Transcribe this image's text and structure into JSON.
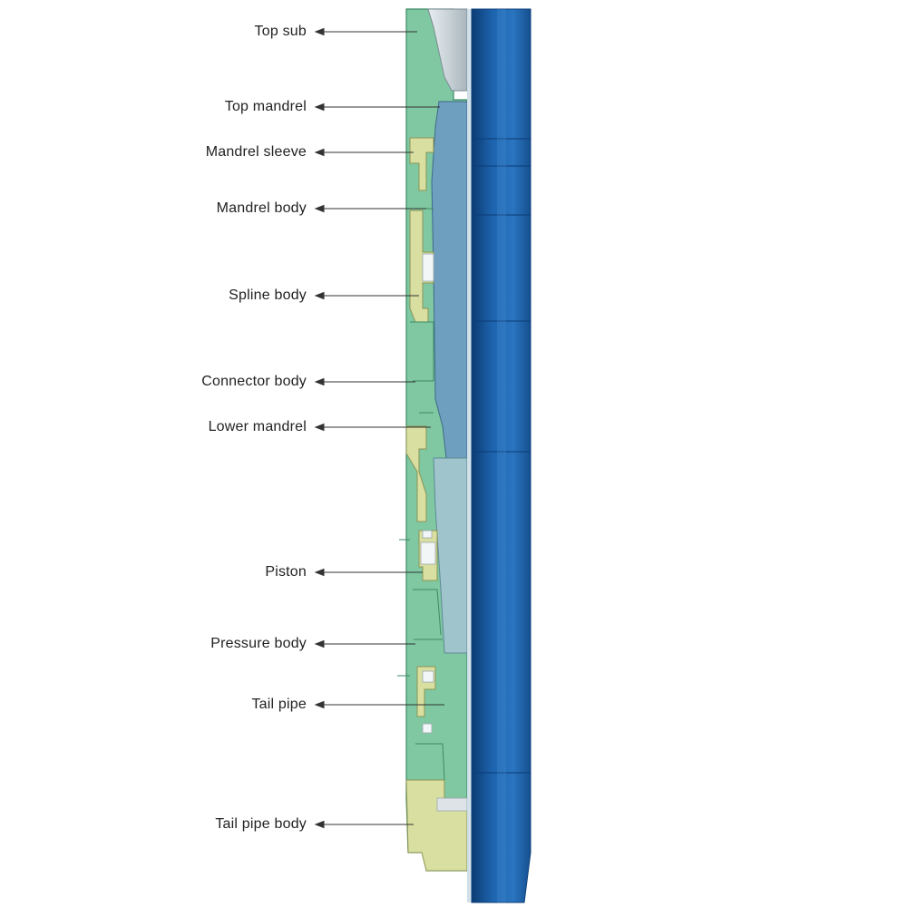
{
  "colors": {
    "green": "#7fc8a2",
    "green_edge": "#3d8a66",
    "yellow": "#d8dfa0",
    "yellow_edge": "#8c9455",
    "steel": "#6f9fbf",
    "bore": "#d6e6ee",
    "blue_outer": "#1c5fa8",
    "blue_dark": "#0d3f7a",
    "blue_light": "#3d86cc"
  },
  "labels": [
    {
      "id": "top-sub",
      "text": "Top sub"
    },
    {
      "id": "top-mandrel",
      "text": "Top mandrel"
    },
    {
      "id": "mandrel-sleeve",
      "text": "Mandrel sleeve"
    },
    {
      "id": "mandrel-body",
      "text": "Mandrel body"
    },
    {
      "id": "spline-body",
      "text": "Spline body"
    },
    {
      "id": "connector-body",
      "text": "Connector body"
    },
    {
      "id": "lower-mandrel",
      "text": "Lower mandrel"
    },
    {
      "id": "piston",
      "text": "Piston"
    },
    {
      "id": "pressure-body",
      "text": "Pressure body"
    },
    {
      "id": "tail-pipe",
      "text": "Tail pipe"
    },
    {
      "id": "tail-pipe-body",
      "text": "Tail pipe body"
    }
  ]
}
